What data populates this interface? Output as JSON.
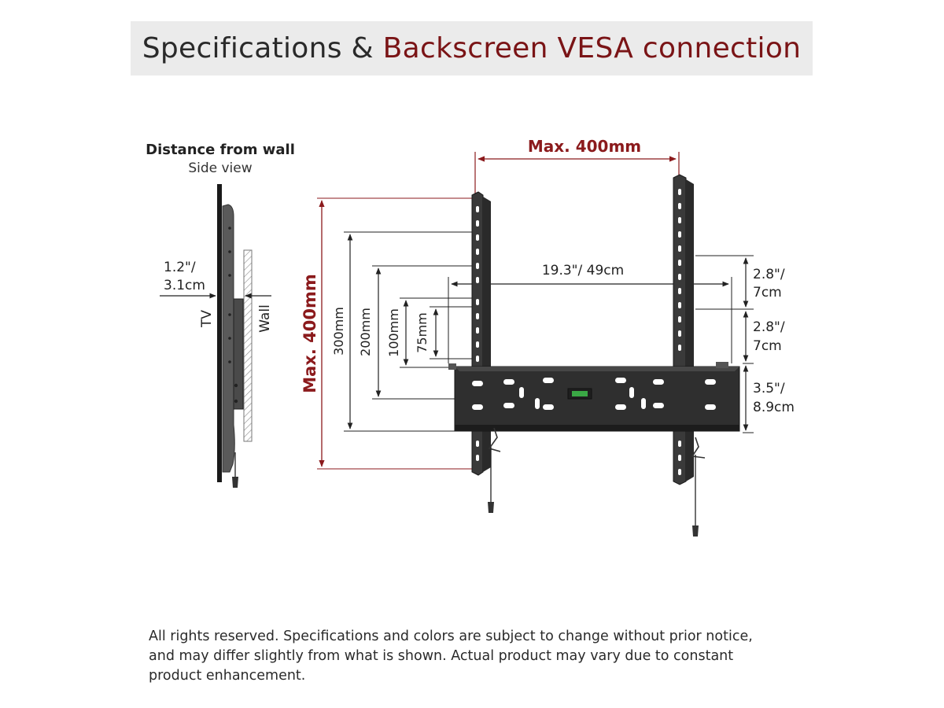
{
  "header": {
    "title_part1": "Specifications & ",
    "title_part2": "Backscreen VESA connection",
    "accent_color": "#7a1416"
  },
  "side_view": {
    "title": "Distance from wall",
    "subtitle": "Side view",
    "distance_line1": "1.2\"/",
    "distance_line2": "3.1cm",
    "tv_label": "TV",
    "wall_label": "Wall"
  },
  "front_view": {
    "max_width_label": "Max. 400mm",
    "max_height_label": "Max. 400mm",
    "vesa_heights": [
      "300mm",
      "200mm",
      "100mm",
      "75mm"
    ],
    "wall_plate_width_label": "19.3\"/ 49cm",
    "upper_offset_line1": "2.8\"/",
    "upper_offset_line2": "7cm",
    "lower_offset_line1": "2.8\"/",
    "lower_offset_line2": "7cm",
    "plate_height_line1": "3.5\"/",
    "plate_height_line2": "8.9cm",
    "level_color": "#3aa845"
  },
  "footer": {
    "line1": "All rights reserved. Specifications and colors are subject to change without prior notice,",
    "line2": "and may differ slightly from what is shown. Actual product may vary due to constant",
    "line3": "product enhancement."
  }
}
